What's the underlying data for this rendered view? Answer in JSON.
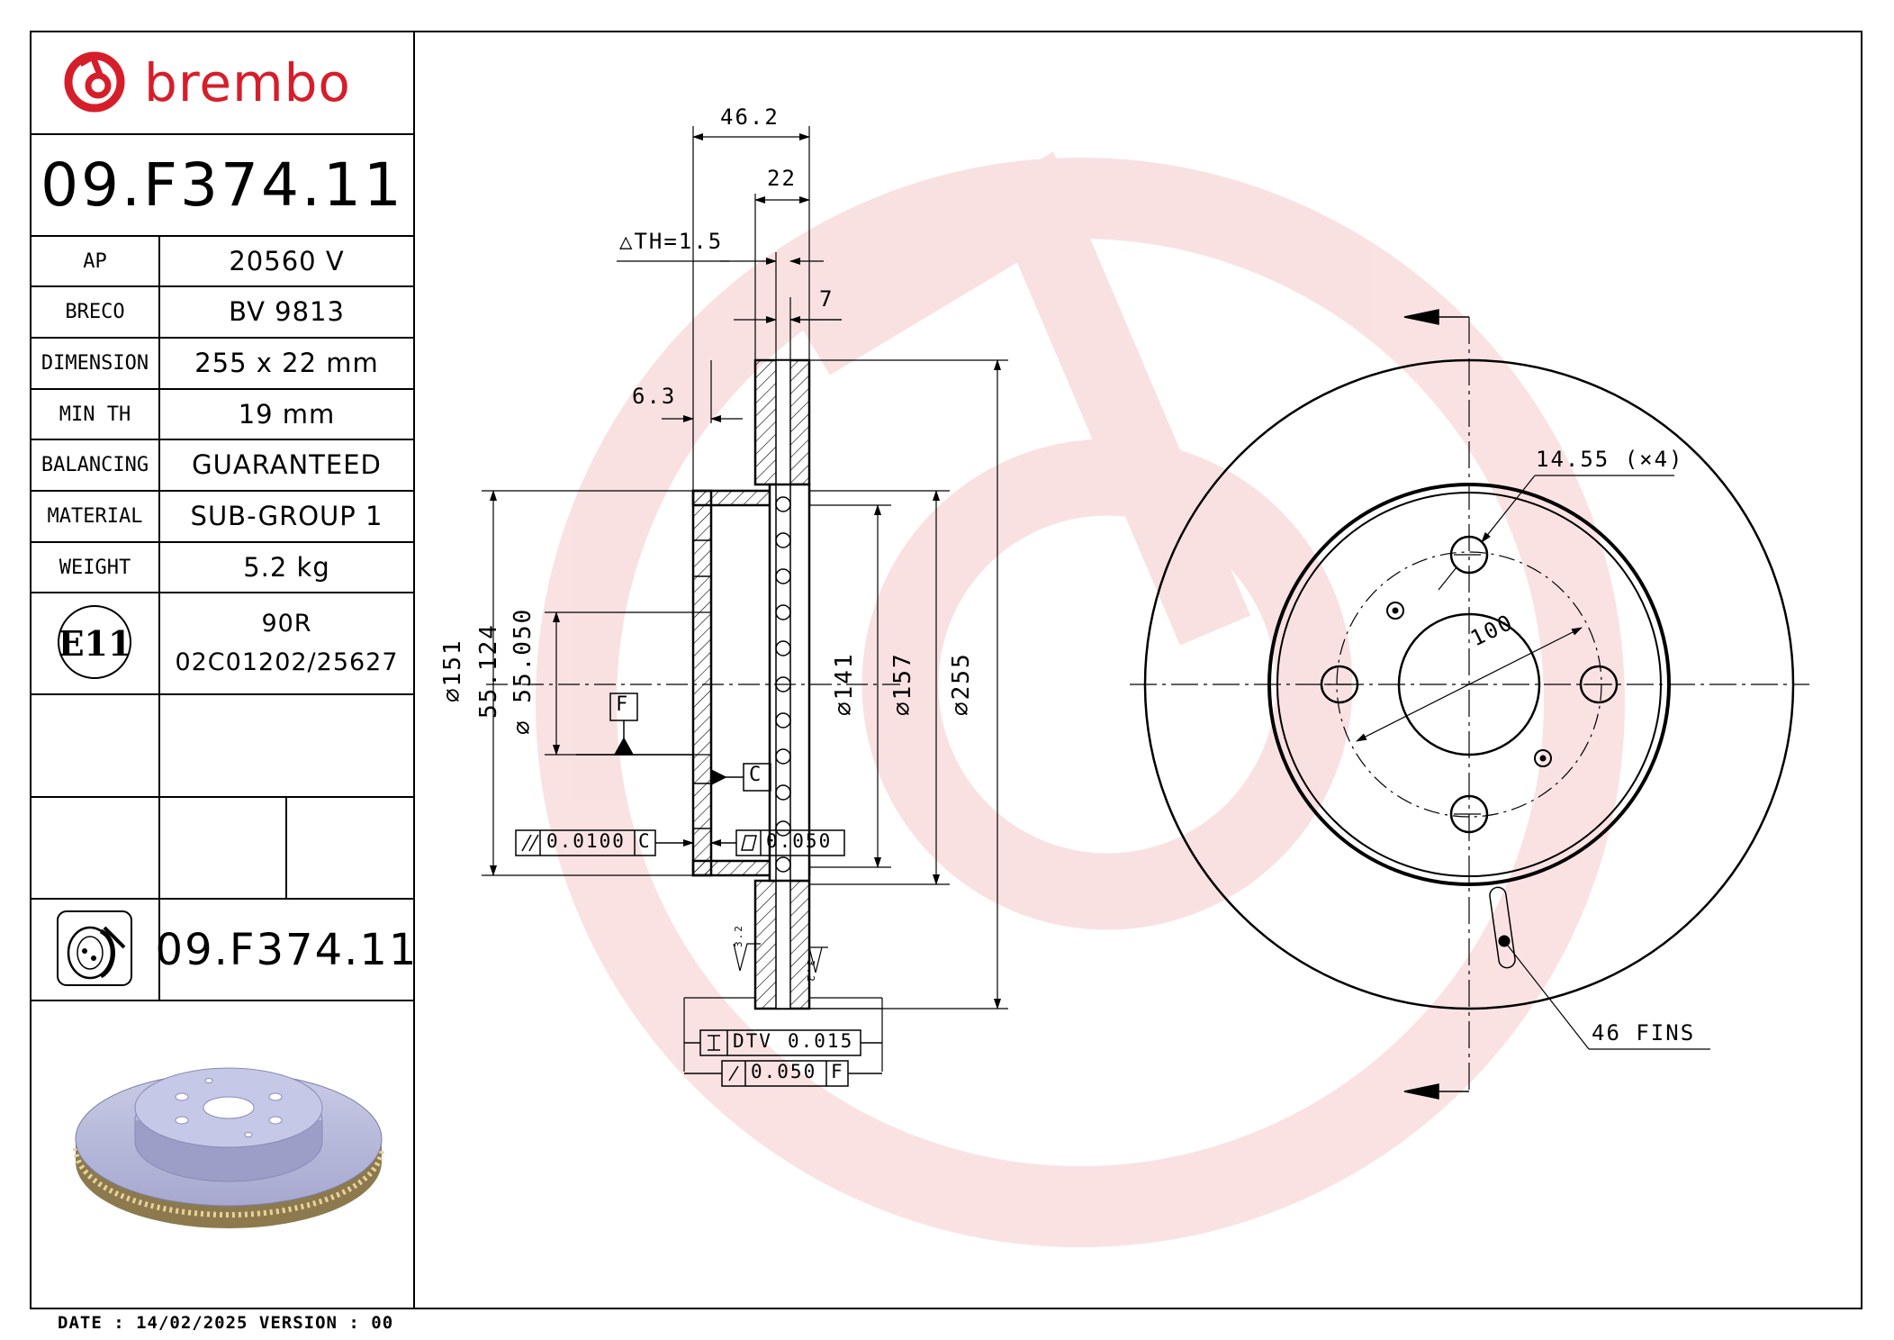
{
  "brand": {
    "name": "brembo",
    "color": "#d61e2a"
  },
  "part_number": "09.F374.11",
  "specs": [
    {
      "label": "AP",
      "value": "20560 V"
    },
    {
      "label": "BRECO",
      "value": "BV 9813"
    },
    {
      "label": "DIMENSION",
      "value": "255 x 22 mm"
    },
    {
      "label": "MIN TH",
      "value": "19 mm"
    },
    {
      "label": "BALANCING",
      "value": "GUARANTEED"
    },
    {
      "label": "MATERIAL",
      "value": "SUB-GROUP 1"
    },
    {
      "label": "WEIGHT",
      "value": "5.2 kg"
    }
  ],
  "homologation": {
    "mark": "E11",
    "regulation": "90R",
    "approval": "02C01202/25627"
  },
  "icon_part_number": "09.F374.11",
  "footer": {
    "text": "DATE : 14/02/2025 VERSION : 00"
  },
  "drawing": {
    "dims": {
      "overall_width": "46.2",
      "thickness": "22",
      "th_variation": "△TH=1.5",
      "rib": "7",
      "hat_wall": "6.3",
      "hub_dia": "⌀151",
      "centre_bore_max": "55.124",
      "centre_bore_min": "⌀ 55.050",
      "inner_dia": "⌀141",
      "hat_dia": "⌀157",
      "outer_dia": "⌀255",
      "bolt_hole": "14.55 (×4)",
      "pcd": "100",
      "fins": "46 FINS"
    },
    "datums": {
      "f": "F",
      "c": "C"
    },
    "tolerances": {
      "parallelism_value": "0.0100",
      "parallelism_datum": "C",
      "flatness_value": "0.050",
      "dtv_label": "DTV",
      "dtv_value": "0.015",
      "runout_value": "0.050",
      "runout_datum": "F"
    },
    "roughness": {
      "left": "3.2",
      "right": "3.2"
    }
  }
}
